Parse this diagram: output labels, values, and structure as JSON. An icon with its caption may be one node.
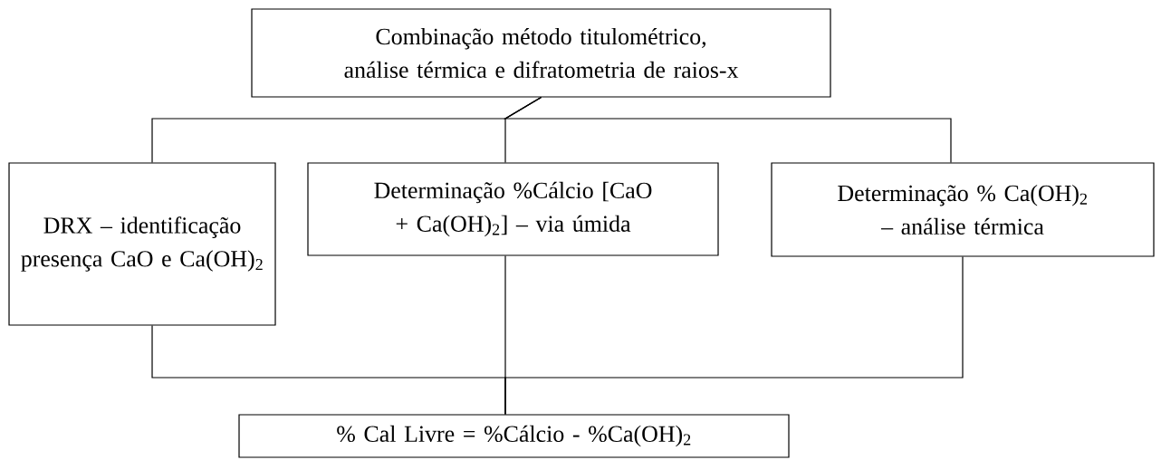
{
  "diagram": {
    "nodes": [
      {
        "text": [
          "Combinação método titulométrico, análise térmica e difratometria de raios-x"
        ]
      },
      {
        "text": [
          "DRX – identificação presença CaO e Ca(OH)$_{2}$"
        ]
      },
      {
        "text": [
          "Determinação %Cálcio [CaO + Ca(OH)$_{2}$] – via úmida"
        ]
      },
      {
        "text": [
          "Determinação % Ca(OH)$_{2}$ – análise térmica"
        ]
      },
      {
        "text": [
          "% Cal Livre = %Cálcio - %Ca(OH)$_{2}$"
        ]
      }
    ],
    "edges": [
      {
        "from": 0,
        "to": 1,
        "arrow": "none"
      },
      {
        "from": 0,
        "to": 2,
        "arrow": "none"
      },
      {
        "from": 0,
        "to": 3,
        "arrow": "none"
      },
      {
        "from": 1,
        "to": 4,
        "arrow": "none"
      },
      {
        "from": 2,
        "to": 4,
        "arrow": "none"
      },
      {
        "from": 3,
        "to": 4,
        "arrow": "none"
      }
    ]
  }
}
